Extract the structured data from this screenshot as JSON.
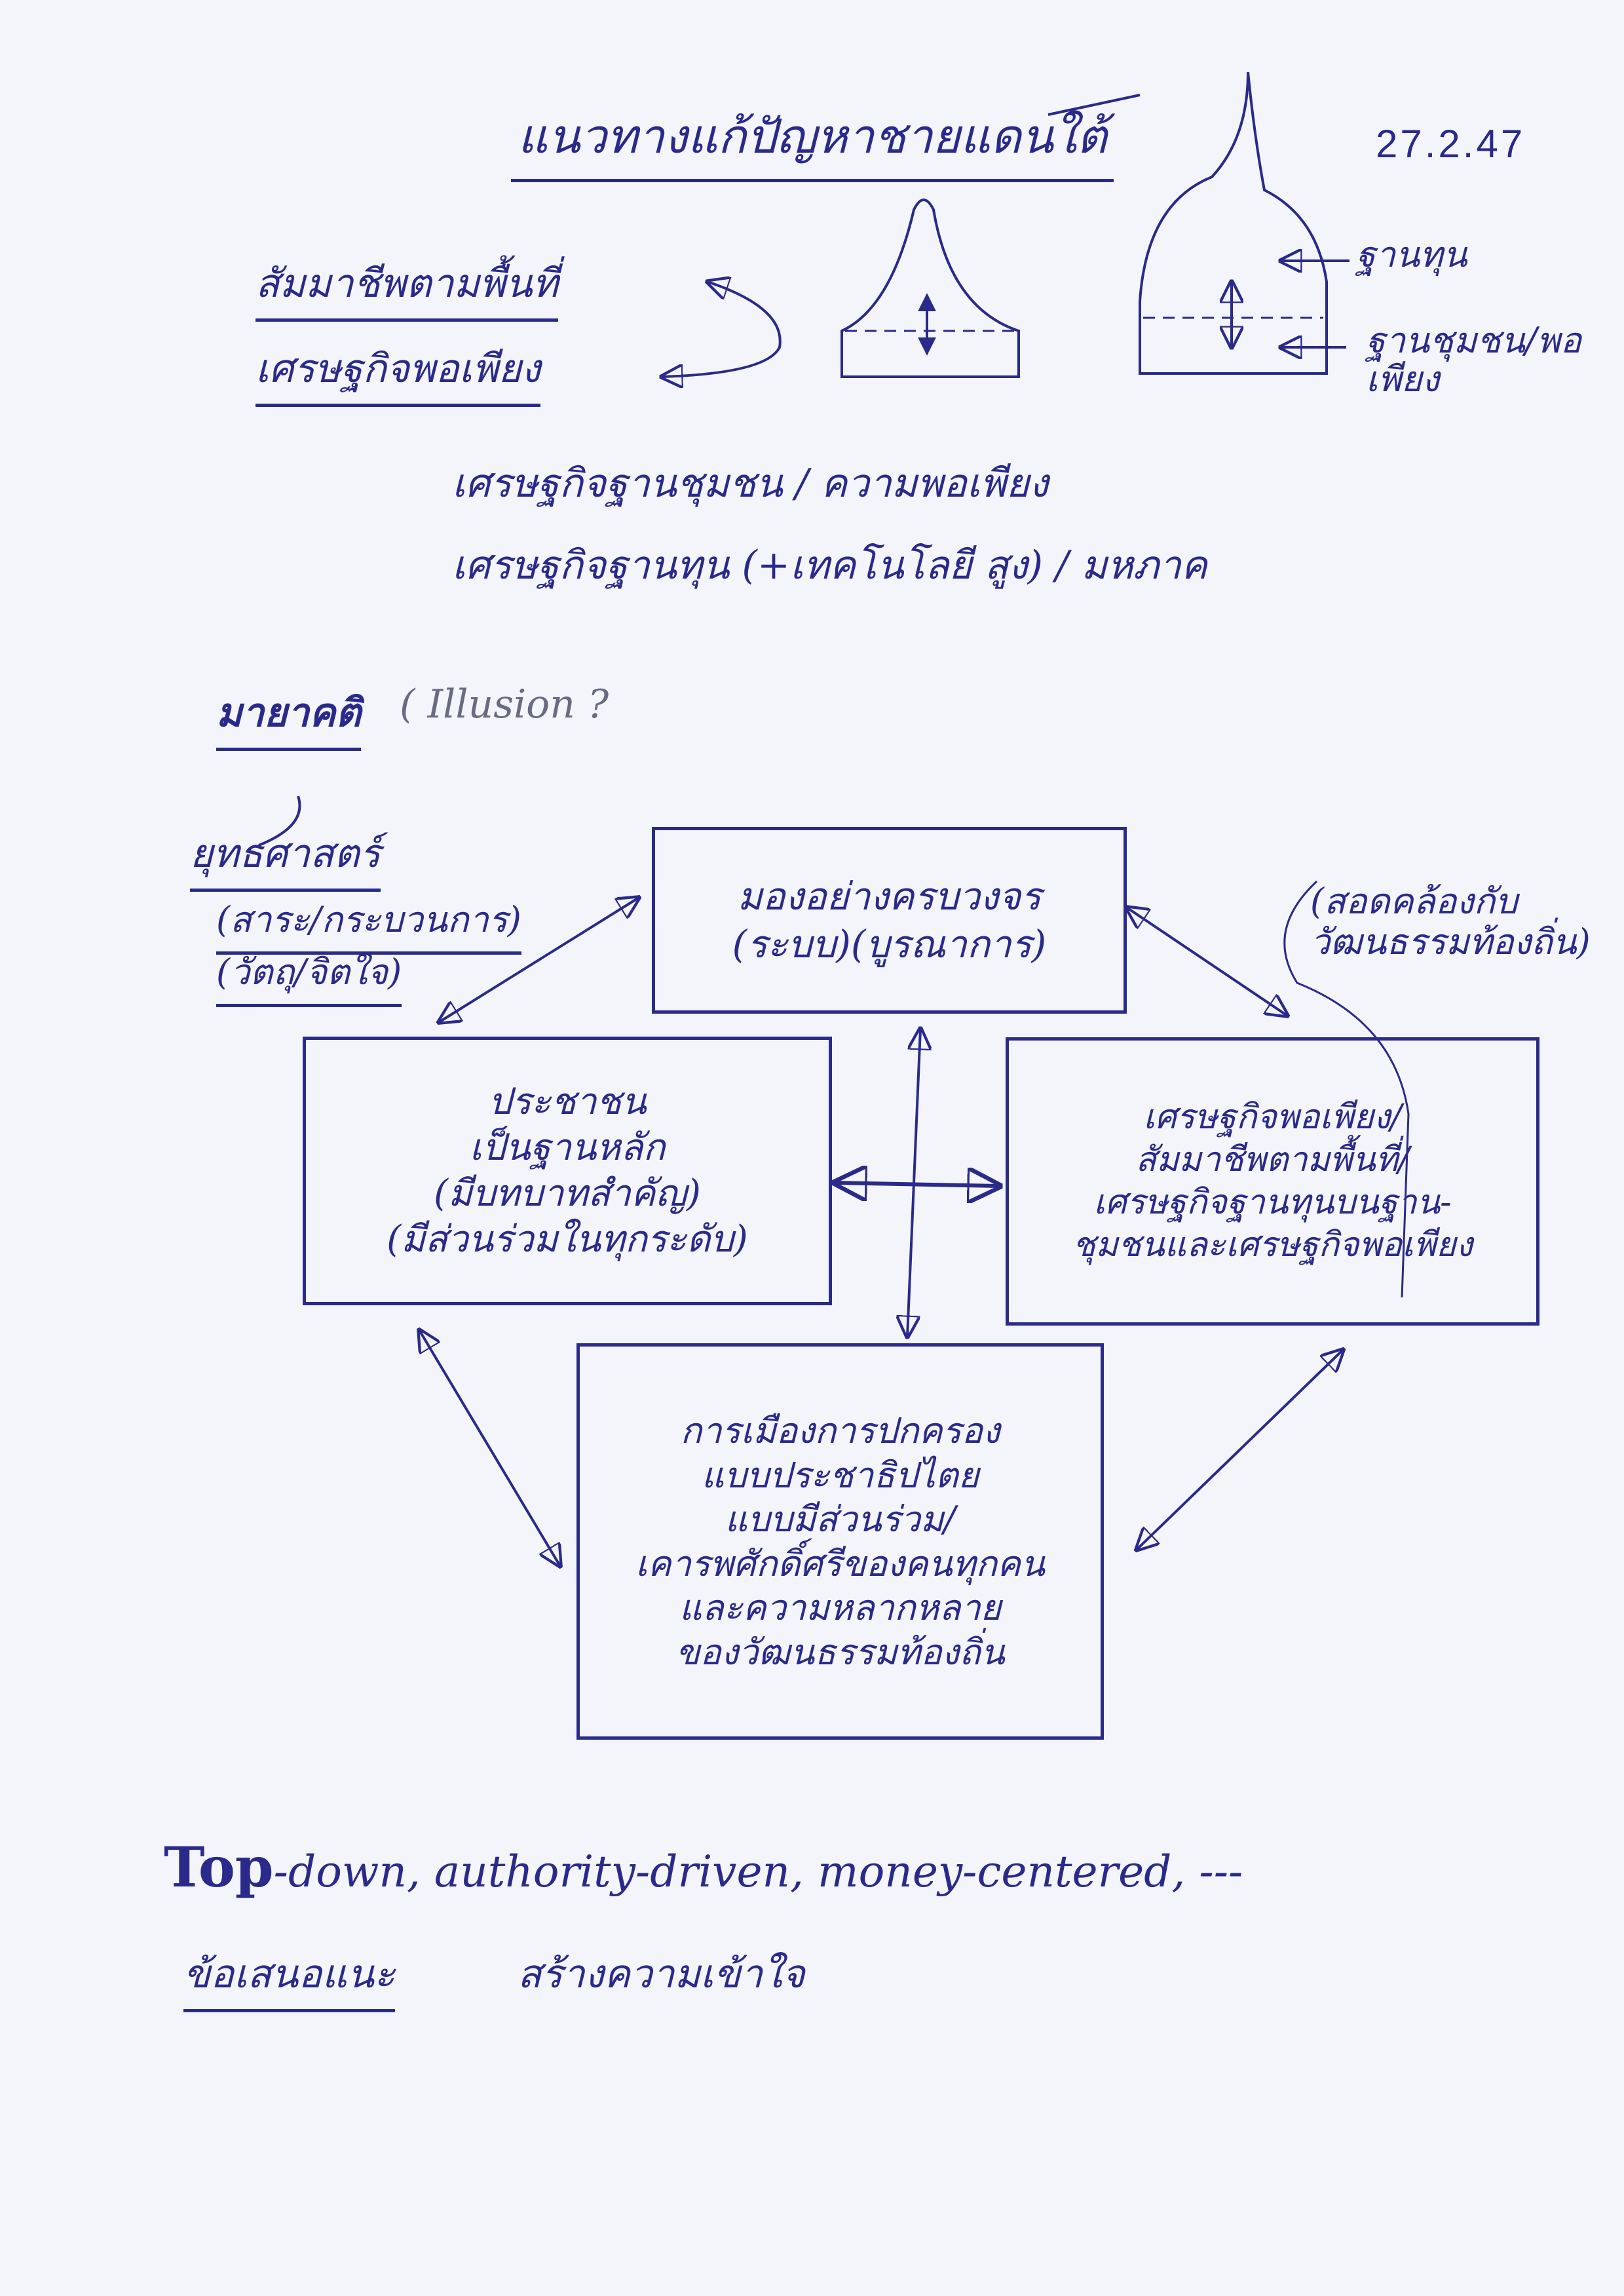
{
  "page": {
    "title": "แนวทางแก้ปัญหาชายแดนใต้",
    "date": "27.2.47"
  },
  "top_labels": {
    "sufficiency_living": "สัมมาชีพตามพื้นที่",
    "sufficiency_economy": "เศรษฐกิจพอเพียง"
  },
  "pagoda": {
    "label_capital": "ฐานทุน",
    "label_community": "ฐานชุมชน/พอเพียง"
  },
  "economy_lines": [
    "เศรษฐกิจฐานชุมชน / ความพอเพียง",
    "เศรษฐกิจฐานทุน (+เทคโนโลยี สูง) / มหภาค"
  ],
  "illusion": {
    "label": "มายาคติ",
    "note": "( Illusion ?"
  },
  "strategy": {
    "label": "ยุทธศาสตร์",
    "sub1": "(สาระ/กระบวนการ)",
    "sub2": "(วัตถุ/จิตใจ)"
  },
  "boxes": {
    "holistic": [
      "มองอย่างครบวงจร",
      "(ระบบ)(บูรณาการ)"
    ],
    "people": [
      "ประชาชน",
      "เป็นฐานหลัก",
      "(มีบทบาทสำคัญ)",
      "(มีส่วนร่วมในทุกระดับ)"
    ],
    "economy": [
      "เศรษฐกิจพอเพียง/",
      "สัมมาชีพตามพื้นที่/",
      "เศรษฐกิจฐานทุนบนฐาน-",
      "ชุมชนและเศรษฐกิจพอเพียง"
    ],
    "politics": [
      "การเมืองการปกครอง",
      "แบบประชาธิปไตย",
      "แบบมีส่วนร่วม/",
      "เคารพศักดิ์ศรีของคนทุกคน",
      "และความหลากหลาย",
      "ของวัฒนธรรมท้องถิ่น"
    ],
    "politics_bold_prefix": "ของวัฒน"
  },
  "culture_note": [
    "(สอดคล้องกับ",
    "วัฒนธรรมท้องถิ่น)"
  ],
  "footer": {
    "line1_bold": "Top",
    "line1_rest": "-down, authority-driven, money-centered, ---",
    "recommendation_label": "ข้อเสนอแนะ",
    "recommendation_text": "สร้างความเข้าใจ"
  },
  "colors": {
    "ink": "#2a2a8a",
    "paper": "#f4f5fb",
    "pencil": "#6a6a80"
  }
}
